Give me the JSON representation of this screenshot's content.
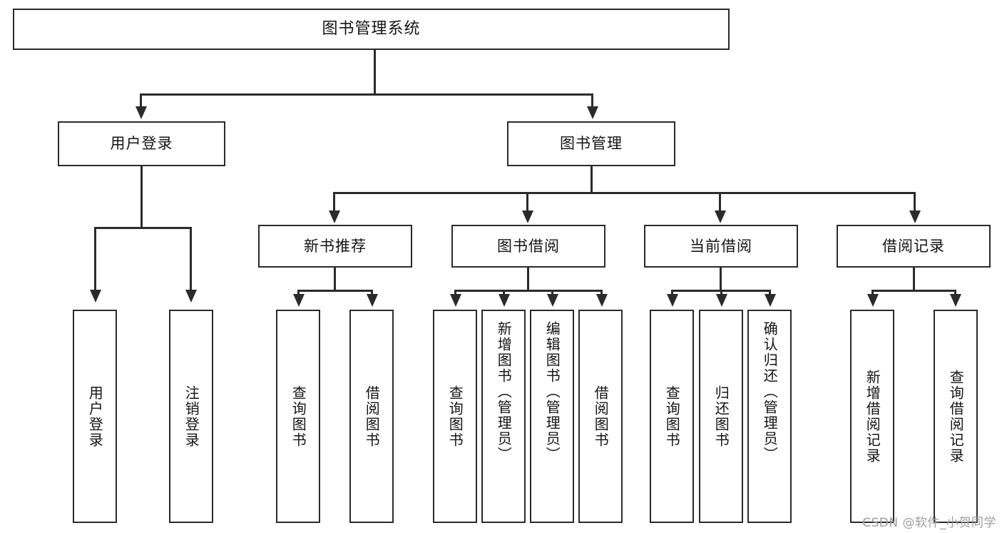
{
  "diagram": {
    "type": "tree-hierarchy",
    "title": "图书管理系统",
    "root": {
      "label": "图书管理系统"
    },
    "level2": [
      {
        "label": "用户登录"
      },
      {
        "label": "图书管理"
      }
    ],
    "level3": [
      {
        "label": "新书推荐"
      },
      {
        "label": "图书借阅"
      },
      {
        "label": "当前借阅"
      },
      {
        "label": "借阅记录"
      }
    ],
    "leaves": {
      "user_login": [
        {
          "label": "用户登录"
        },
        {
          "label": "注销登录"
        }
      ],
      "new_book_recommend": [
        {
          "label": "查询图书"
        },
        {
          "label": "借阅图书"
        }
      ],
      "book_borrow": [
        {
          "label": "查询图书"
        },
        {
          "label": "新增图书（管理员）"
        },
        {
          "label": "编辑图书（管理员）"
        },
        {
          "label": "借阅图书"
        }
      ],
      "current_borrow": [
        {
          "label": "查询图书"
        },
        {
          "label": "归还图书"
        },
        {
          "label": "确认归还（管理员）"
        }
      ],
      "borrow_records": [
        {
          "label": "新增借阅记录"
        },
        {
          "label": "查询借阅记录"
        }
      ]
    }
  },
  "watermark": {
    "text": "CSDN @软件_小贺同学"
  },
  "colors": {
    "stroke": "#2b2b2b",
    "fill": "#ffffff",
    "text": "#141414",
    "watermark": "#9d9d9d"
  }
}
